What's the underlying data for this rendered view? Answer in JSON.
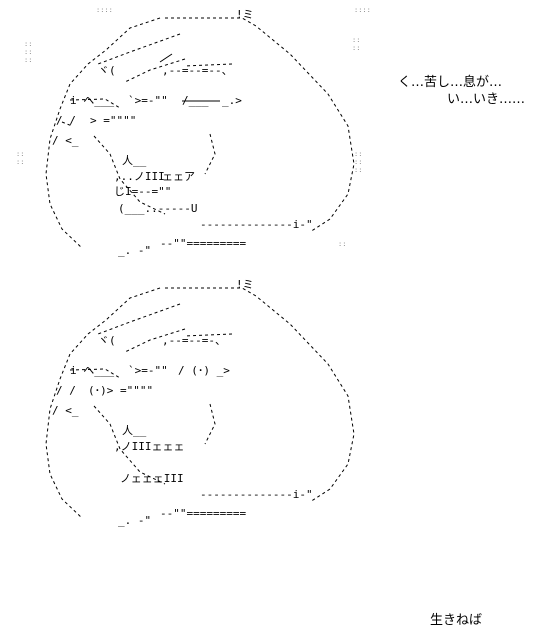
{
  "captions": {
    "top_line1": "く…苦し…息が…",
    "top_line2": "い…いき……",
    "bottom": "生きねば"
  }
}
